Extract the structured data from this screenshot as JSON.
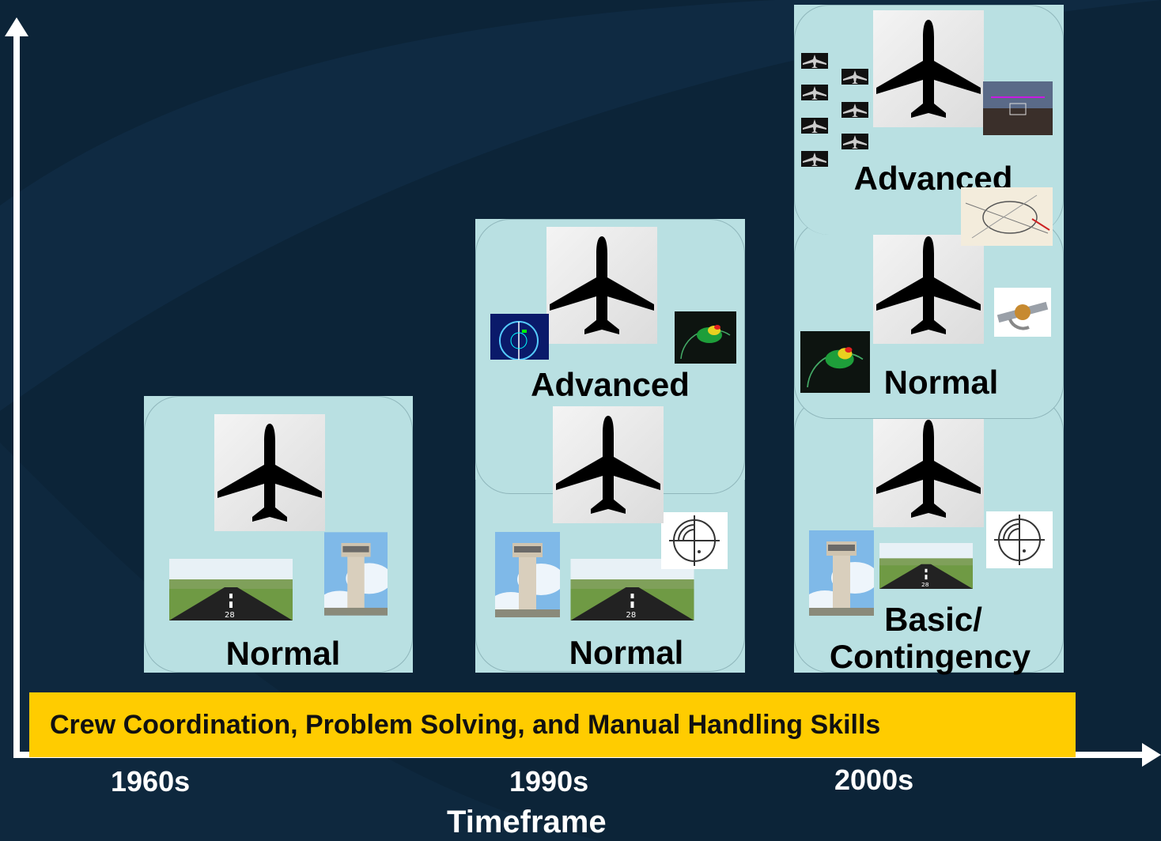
{
  "columns": [
    {
      "period": "1960s",
      "tiers": [
        "Normal"
      ]
    },
    {
      "period": "1990s",
      "tiers": [
        "Normal",
        "Advanced"
      ]
    },
    {
      "period": "2000s",
      "tiers": [
        "Basic/ Contingency",
        "Normal",
        "Advanced"
      ]
    }
  ],
  "col1": {
    "tier1": "Normal"
  },
  "col2": {
    "tier1": "Normal",
    "tier2": "Advanced"
  },
  "col3": {
    "tier1_line1": "Basic/",
    "tier1_line2": "Contingency",
    "tier2": "Normal",
    "tier3": "Advanced"
  },
  "banner": {
    "text": "Crew Coordination, Problem Solving, and Manual Handling Skills"
  },
  "x_axis": {
    "ticks": [
      "1960s",
      "1990s",
      "2000s"
    ],
    "title": "Timeframe"
  },
  "icons": {
    "aircraft": "airplane-silhouette-icon",
    "runway": "runway-icon",
    "tower": "control-tower-icon",
    "radar": "radar-scope-icon",
    "nav_display": "navigation-display-icon",
    "weather_radar": "weather-radar-icon",
    "satellite": "satellite-icon",
    "hud": "head-up-display-icon",
    "chart": "approach-chart-icon"
  },
  "colors": {
    "background": "#0c2438",
    "tier_fill": "#b9e0e2",
    "banner": "#ffcc00",
    "axis": "#ffffff"
  }
}
